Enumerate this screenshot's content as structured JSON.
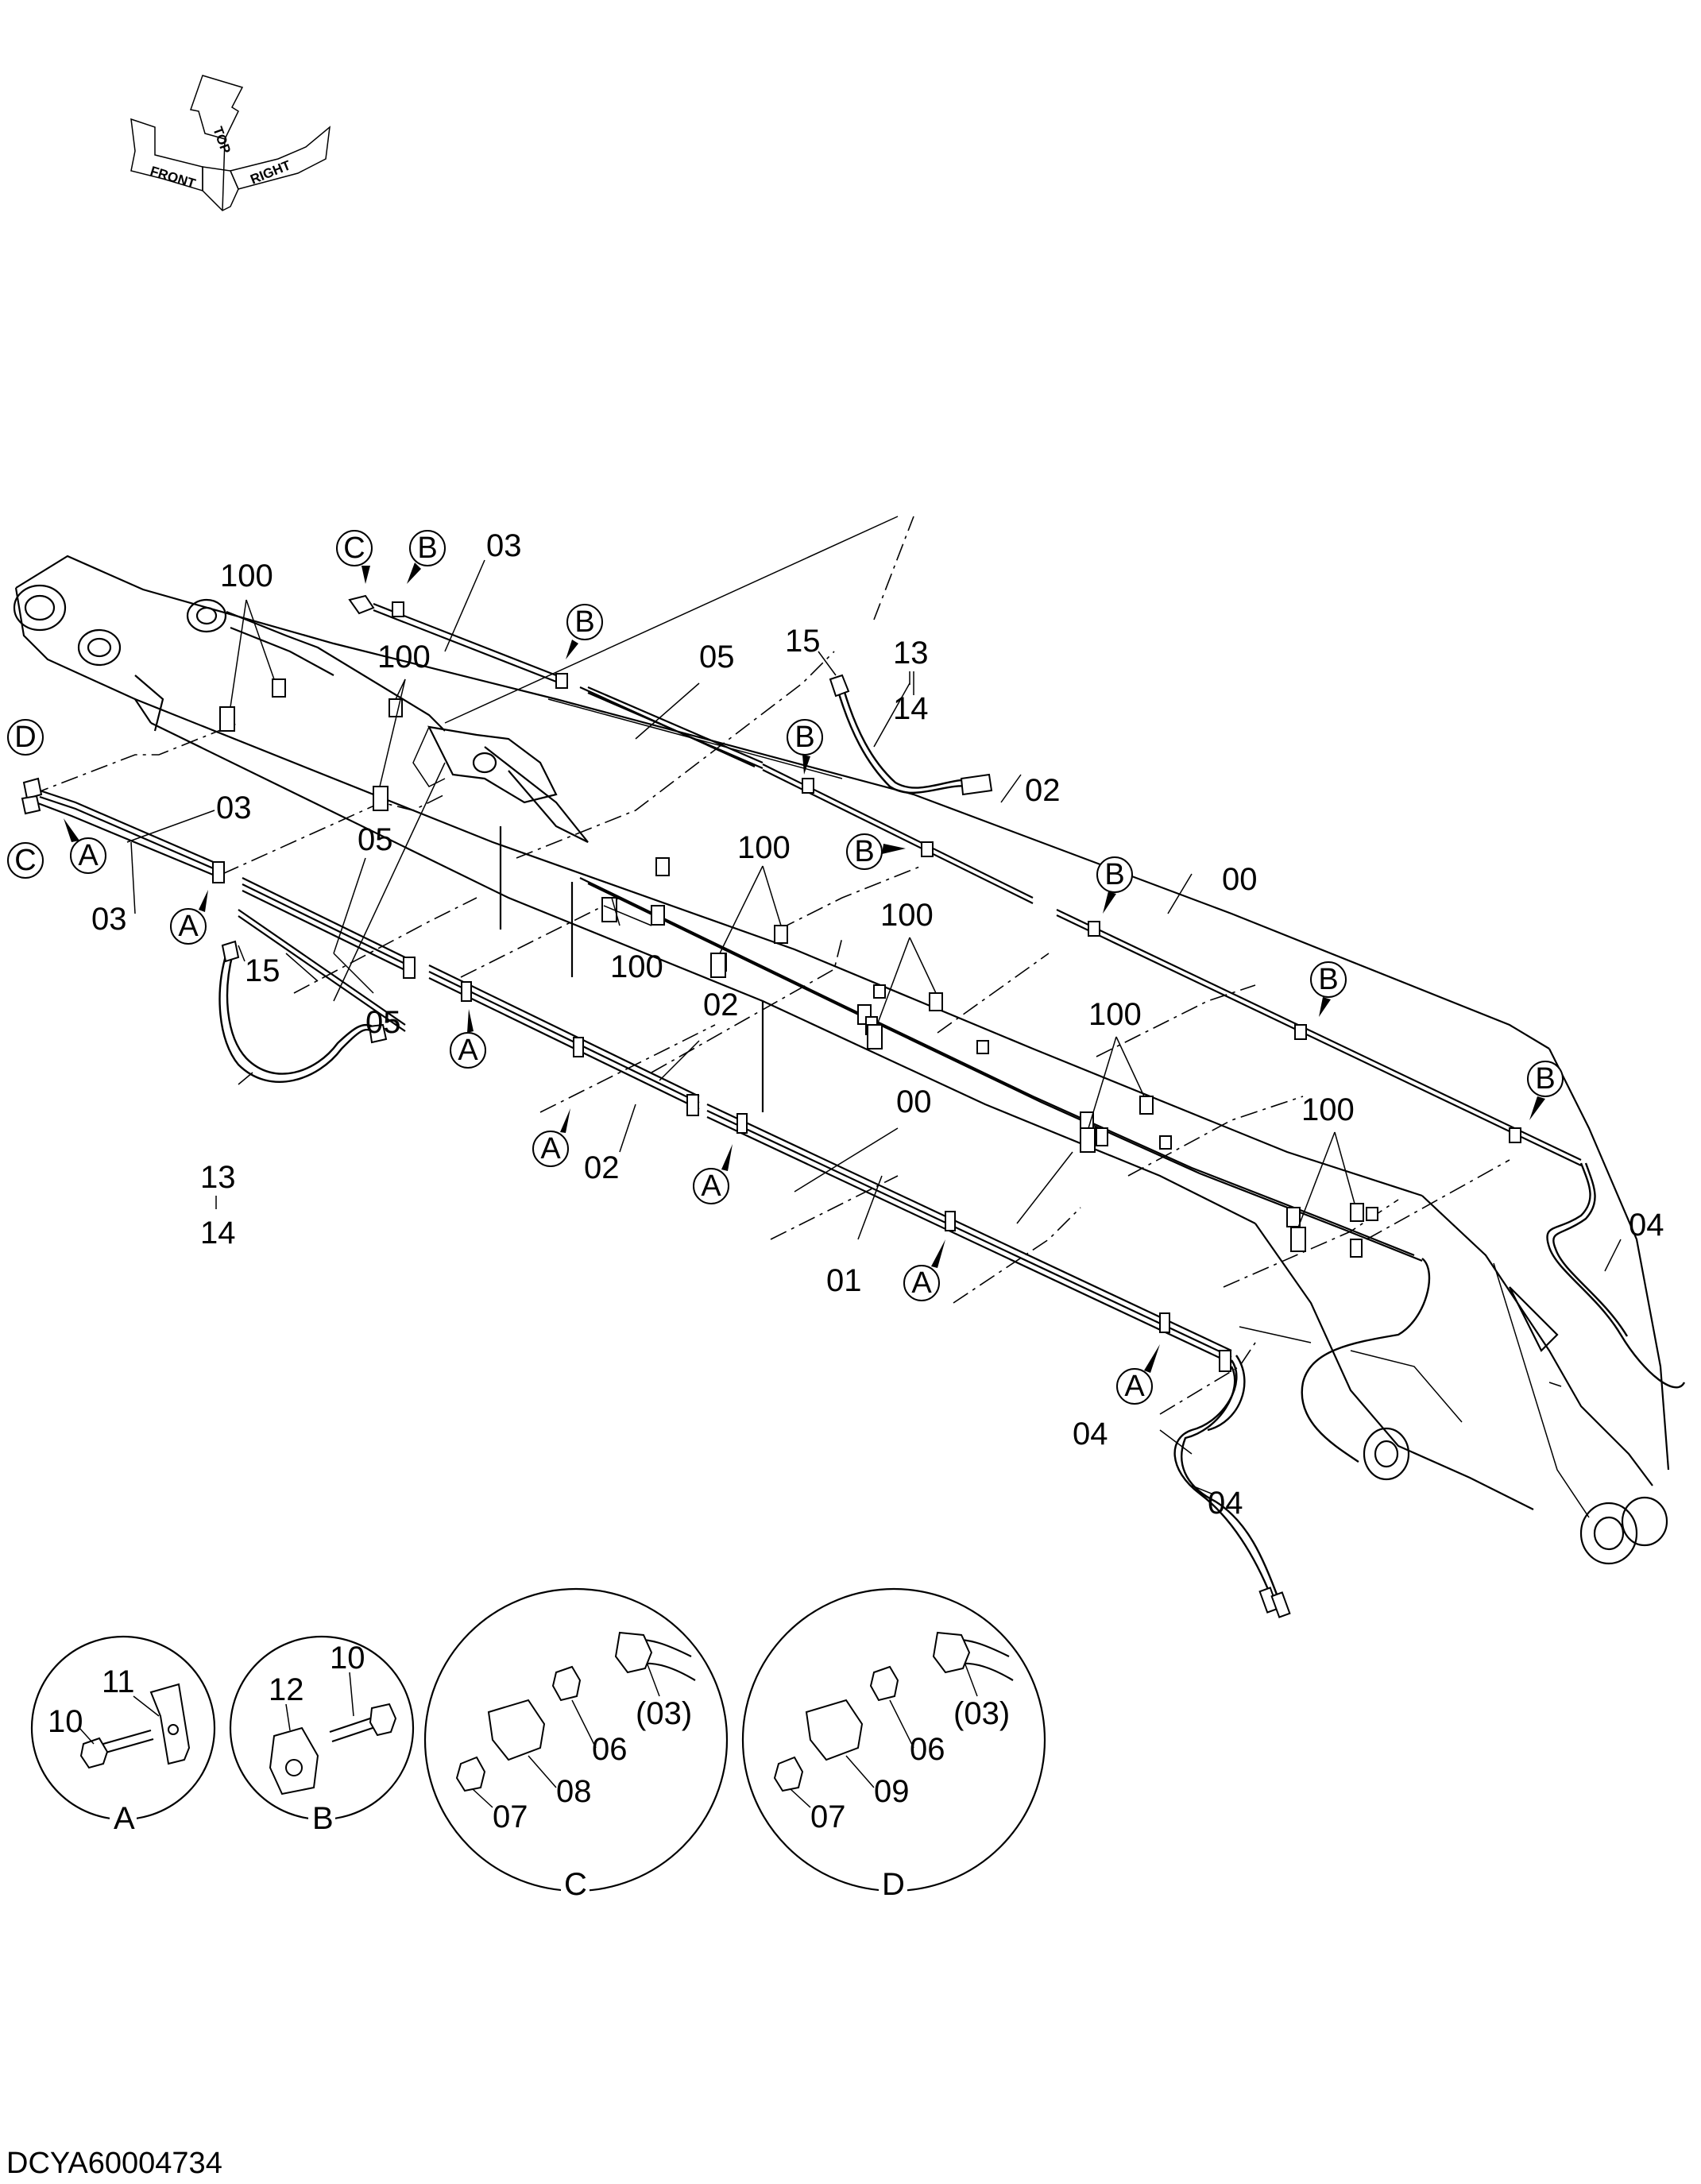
{
  "orientation": {
    "front": "FRONT",
    "top": "TOP",
    "right": "RIGHT"
  },
  "main_view": {
    "callouts": {
      "c_100_a": "100",
      "c_100_b": "100",
      "c_100_c": "100",
      "c_100_d": "100",
      "c_100_e": "100",
      "c_100_f": "100",
      "c_100_g": "100",
      "c_03_top": "03",
      "c_03_left": "03",
      "c_03_left2": "03",
      "c_05_top": "05",
      "c_05_mid": "05",
      "c_05_low": "05",
      "c_15_top": "15",
      "c_15_left": "15",
      "c_13_top": "13",
      "c_14_top": "14",
      "c_13_left": "13",
      "c_14_left": "14",
      "c_02_right": "02",
      "c_02_mid": "02",
      "c_02_low": "02",
      "c_00_right": "00",
      "c_00_mid": "00",
      "c_01": "01",
      "c_04_right": "04",
      "c_04_a": "04",
      "c_04_b": "04"
    },
    "circle_refs": {
      "A": "A",
      "B": "B",
      "C": "C",
      "D": "D"
    }
  },
  "details": {
    "A": {
      "label": "A",
      "parts": {
        "p10": "10",
        "p11": "11"
      }
    },
    "B": {
      "label": "B",
      "parts": {
        "p12": "12",
        "p10": "10"
      }
    },
    "C": {
      "label": "C",
      "parts": {
        "p03": "(03)",
        "p06": "06",
        "p08": "08",
        "p07": "07"
      }
    },
    "D": {
      "label": "D",
      "parts": {
        "p03": "(03)",
        "p06": "06",
        "p09": "09",
        "p07": "07"
      }
    }
  },
  "drawing_code": "DCYA60004734"
}
